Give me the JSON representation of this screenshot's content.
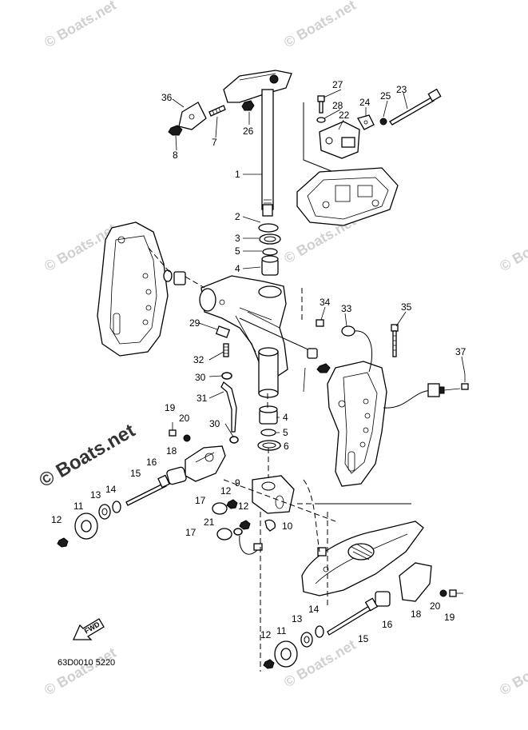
{
  "diagram": {
    "part_labels": [
      "1",
      "2",
      "3",
      "5",
      "4",
      "4",
      "5",
      "6",
      "7",
      "8",
      "9",
      "10",
      "11",
      "11",
      "12",
      "12",
      "12",
      "12",
      "13",
      "13",
      "14",
      "14",
      "15",
      "15",
      "16",
      "16",
      "17",
      "17",
      "18",
      "18",
      "19",
      "19",
      "20",
      "20",
      "21",
      "22",
      "23",
      "24",
      "25",
      "26",
      "27",
      "28",
      "29",
      "30",
      "30",
      "31",
      "32",
      "33",
      "34",
      "35",
      "36",
      "37"
    ],
    "figure_code": "63D0010 5220",
    "forward_arrow_text": "FWD",
    "watermark_text": "© Boats.net"
  }
}
